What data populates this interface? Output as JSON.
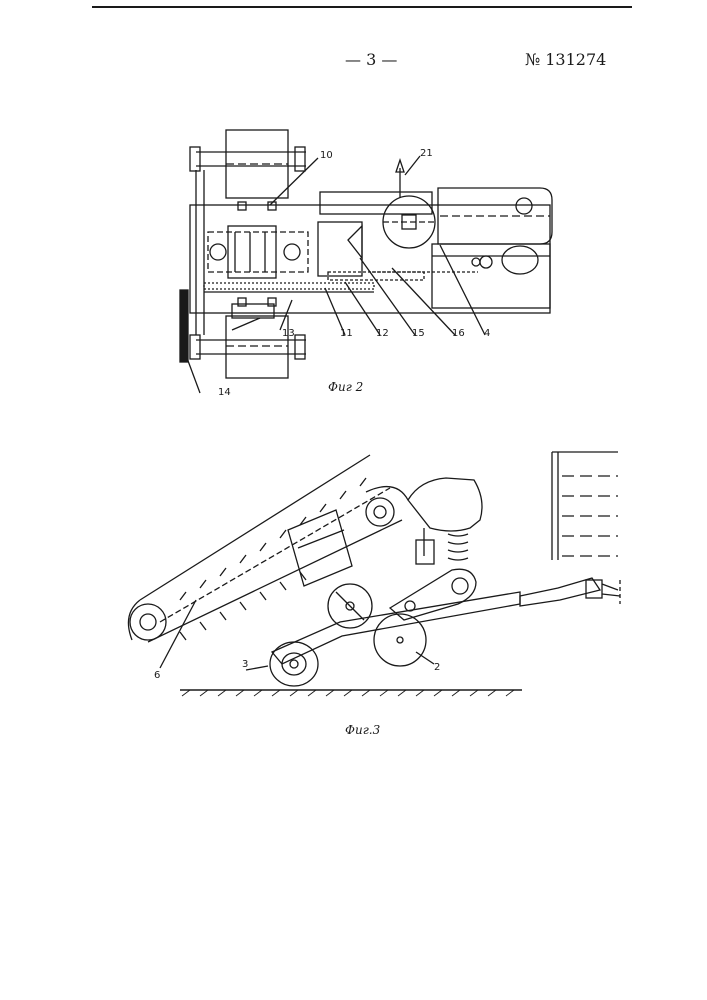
{
  "header": {
    "page_number": "— 3 —",
    "patent_number": "№ 131274"
  },
  "figure2": {
    "caption": "Фиг 2",
    "labels": {
      "l10": "10",
      "l21": "21",
      "l13": "13",
      "l11": "11",
      "l12": "12",
      "l15": "15",
      "l16": "16",
      "l4": "4",
      "l14": "14"
    }
  },
  "figure3": {
    "caption": "Фиг.3",
    "labels": {
      "l3": "3",
      "l2": "2",
      "l6": "6"
    }
  }
}
